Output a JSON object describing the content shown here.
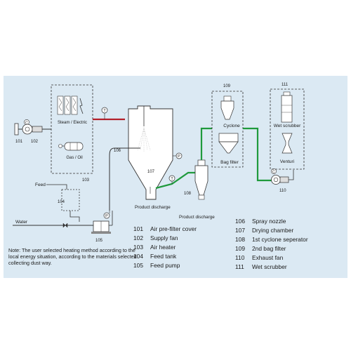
{
  "labels": {
    "steam": "Steam / Electric",
    "gas": "Gas / Oil",
    "feed": "Feed",
    "water": "Water",
    "product_discharge_1": "Product discharge",
    "product_discharge_2": "Product discharge",
    "cyclone": "Cyclone",
    "bag_filter": "Bag filter",
    "wet_scrubber": "Wet scrubber",
    "venturi": "Venturi"
  },
  "numbers": {
    "n101": "101",
    "n102": "102",
    "n103": "103",
    "n104": "104",
    "n105": "105",
    "n106": "106",
    "n107": "107",
    "n108": "108",
    "n109": "109",
    "n110": "110",
    "n111": "111"
  },
  "gauges": {
    "t": "T",
    "p": "P"
  },
  "fan_symbol": "C",
  "legend_left": [
    {
      "num": "101",
      "text": "Air pre-filter cover"
    },
    {
      "num": "102",
      "text": "Supply fan"
    },
    {
      "num": "103",
      "text": "Air heater"
    },
    {
      "num": "104",
      "text": "Feed tank"
    },
    {
      "num": "105",
      "text": "Feed pump"
    }
  ],
  "legend_right": [
    {
      "num": "106",
      "text": "Spray nozzle"
    },
    {
      "num": "107",
      "text": "Drying chamber"
    },
    {
      "num": "108",
      "text": "1st cyclone seperator"
    },
    {
      "num": "109",
      "text": "2nd bag filter"
    },
    {
      "num": "110",
      "text": "Exhaust fan"
    },
    {
      "num": "111",
      "text": "Wet scrubber"
    }
  ],
  "note": "Note: The user selected heating method according to the local energy situation, according to the materials selected collecting dust way.",
  "colors": {
    "panel": "#dbe9f3",
    "hot_air": "#b3202a",
    "exhaust": "#1f9a3c",
    "line": "#333333"
  }
}
